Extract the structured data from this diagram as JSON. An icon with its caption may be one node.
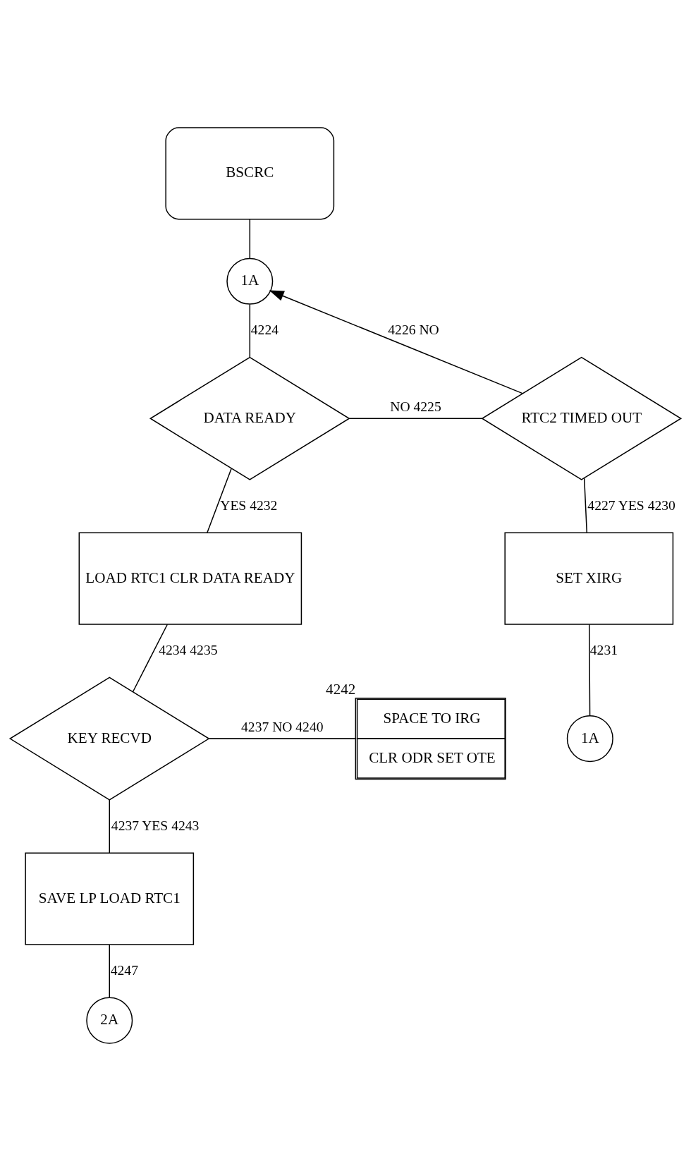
{
  "diagram": {
    "nodes": [
      {
        "text": [
          "BSCRC"
        ]
      },
      {
        "text": [
          "1A"
        ]
      },
      {
        "text": [
          "DATA READY"
        ]
      },
      {
        "text": [
          "RTC2 TIMED OUT"
        ]
      },
      {
        "text": [
          "LOAD RTC1 CLR DATA READY"
        ]
      },
      {
        "text": [
          "SET XIRG"
        ]
      },
      {
        "text": [
          "1A"
        ]
      },
      {
        "text": [
          "KEY RECVD"
        ]
      },
      {
        "text": [
          "SPACE TO IRG",
          "CLR ODR SET OTE"
        ],
        "beside": [
          "4242"
        ]
      },
      {
        "text": [
          "SAVE LP LOAD RTC1"
        ]
      },
      {
        "text": [
          "2A"
        ]
      }
    ],
    "edges": [
      {
        "from": 0,
        "to": 1,
        "arrow": "none"
      },
      {
        "from": 1,
        "to": 2,
        "arrow": "none",
        "label": "4224"
      },
      {
        "from": 2,
        "to": 3,
        "arrow": "none",
        "label": "NO 4225"
      },
      {
        "from": 3,
        "to": 1,
        "arrow": "to",
        "label": "4226 NO"
      },
      {
        "from": 3,
        "to": 5,
        "arrow": "none",
        "label": "4227 YES 4230"
      },
      {
        "from": 5,
        "to": 6,
        "arrow": "none",
        "label": "4231"
      },
      {
        "from": 2,
        "to": 4,
        "arrow": "none",
        "label": "YES 4232"
      },
      {
        "from": 4,
        "to": 7,
        "arrow": "none",
        "label": "4234 4235"
      },
      {
        "from": 7,
        "to": 8,
        "arrow": "none",
        "label": "4237 NO 4240"
      },
      {
        "from": 7,
        "to": 9,
        "arrow": "none",
        "label": "4237 YES 4243"
      },
      {
        "from": 9,
        "to": 10,
        "arrow": "none",
        "label": "4247"
      }
    ]
  }
}
